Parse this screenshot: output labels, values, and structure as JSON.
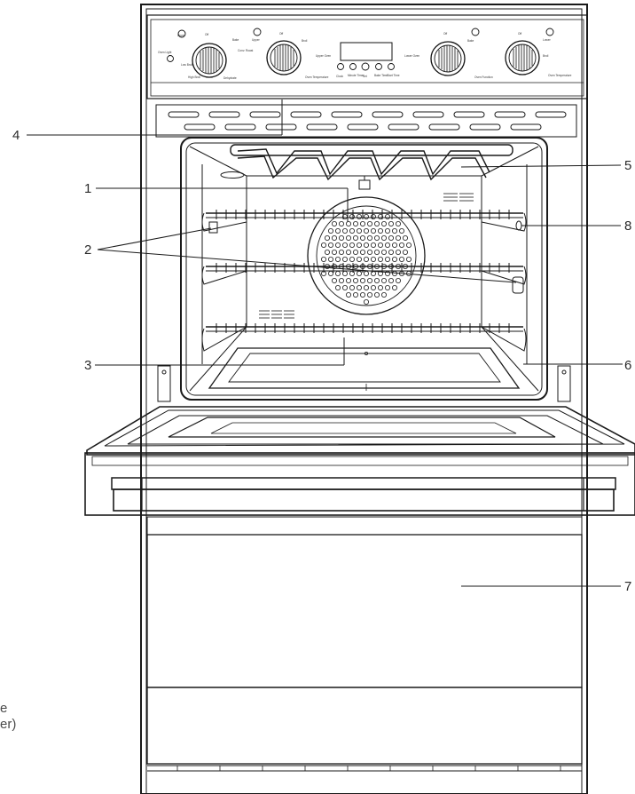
{
  "diagram": {
    "callouts": [
      {
        "id": "c1",
        "label": "1"
      },
      {
        "id": "c2",
        "label": "2"
      },
      {
        "id": "c3",
        "label": "3"
      },
      {
        "id": "c4",
        "label": "4"
      },
      {
        "id": "c5",
        "label": "5"
      },
      {
        "id": "c6",
        "label": "6"
      },
      {
        "id": "c7",
        "label": "7"
      },
      {
        "id": "c8",
        "label": "8"
      }
    ],
    "side_note": [
      "e",
      "er)"
    ],
    "panel": {
      "knob1": [
        "Upper",
        "Off",
        "Bake",
        "Oven Light",
        "Conv. Roast",
        "Low Broil",
        "High Broil",
        "Dehydrate"
      ],
      "knob2": [
        "Upper",
        "Off",
        "Broil",
        "Upper Oven",
        "Oven Temperature"
      ],
      "buttons": [
        "Clock",
        "Minute Timer",
        "Set",
        "Bake Time",
        "Start Time"
      ],
      "knob3": [
        "Off",
        "Lower Oven",
        "Bake",
        "Oven Function"
      ],
      "knob4": [
        "Lower",
        "Off",
        "Broil",
        "Oven Temperature"
      ]
    }
  }
}
